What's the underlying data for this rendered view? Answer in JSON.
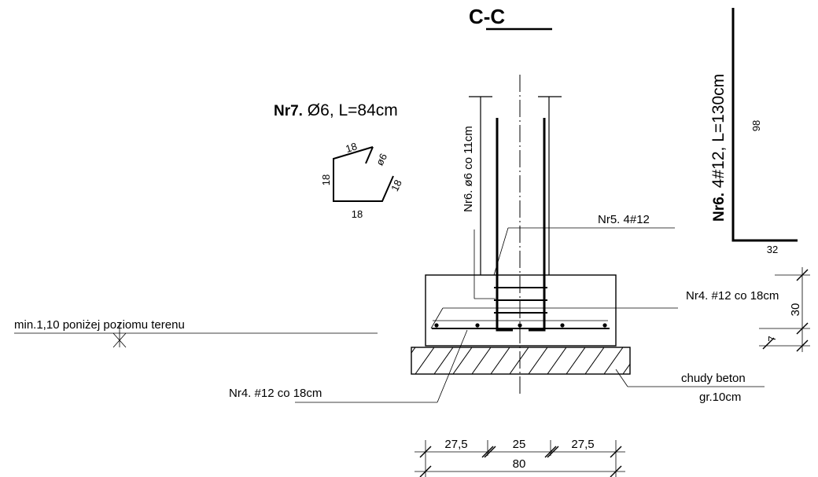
{
  "title": "C-C",
  "shapes": {
    "nr7": {
      "label_bold": "Nr7.",
      "label_rest": " Ø6, L=84cm",
      "dims": [
        "18",
        "ø6",
        "18",
        "18",
        "18"
      ]
    },
    "nr6": {
      "label_bold": "Nr6.",
      "label_rest": " 4#12, L=130cm",
      "dim_vertical": "98",
      "dim_horizontal": "32"
    }
  },
  "callouts": {
    "nr6_stirrups": "Nr6. ø6 co 11cm",
    "nr5": "Nr5. 4#12",
    "nr4_right": "Nr4. #12 co 18cm",
    "nr4_bottom": "Nr4. #12 co 18cm",
    "ground_note": "min.1,10 poniżej poziomu terenu",
    "lean_concrete_1": "chudy beton",
    "lean_concrete_2": "gr.10cm"
  },
  "dimensions": {
    "left": "27,5",
    "middle": "25",
    "right": "27,5",
    "total": "80",
    "height": "30",
    "cover": "7"
  }
}
